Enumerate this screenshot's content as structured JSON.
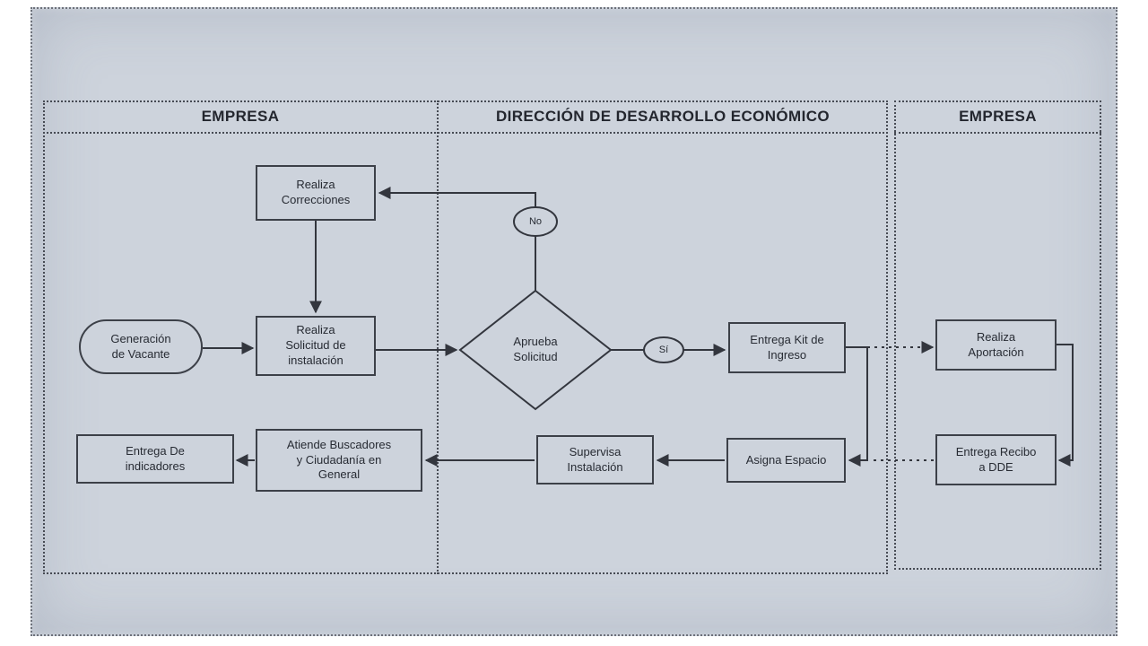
{
  "colors": {
    "paper": "#cdd3dc",
    "ink": "#33363e",
    "page_background": "#ffffff"
  },
  "lanes": {
    "left": {
      "title": "EMPRESA"
    },
    "middle": {
      "title": "DIRECCIÓN DE DESARROLLO ECONÓMICO"
    },
    "right": {
      "title": "EMPRESA"
    }
  },
  "nodes": {
    "generacion_vacante": {
      "label": "Generación\nde Vacante",
      "shape": "stadium"
    },
    "realiza_correcciones": {
      "label": "Realiza\nCorrecciones",
      "shape": "rect"
    },
    "realiza_solicitud": {
      "label": "Realiza\nSolicitud de\ninstalación",
      "shape": "rect"
    },
    "aprueba_solicitud": {
      "label": "Aprueba\nSolicitud",
      "shape": "diamond"
    },
    "entrega_kit": {
      "label": "Entrega Kit de\nIngreso",
      "shape": "rect"
    },
    "realiza_aportacion": {
      "label": "Realiza\nAportación",
      "shape": "rect"
    },
    "entrega_recibo": {
      "label": "Entrega Recibo\na DDE",
      "shape": "rect"
    },
    "asigna_espacio": {
      "label": "Asigna Espacio",
      "shape": "rect"
    },
    "supervisa_instalacion": {
      "label": "Supervisa\nInstalación",
      "shape": "rect"
    },
    "atiende_buscadores": {
      "label": "Atiende Buscadores\ny Ciudadanía en\nGeneral",
      "shape": "rect"
    },
    "entrega_indicadores": {
      "label": "Entrega De\nindicadores",
      "shape": "rect"
    }
  },
  "edge_labels": {
    "no": "No",
    "si": "Sí"
  }
}
